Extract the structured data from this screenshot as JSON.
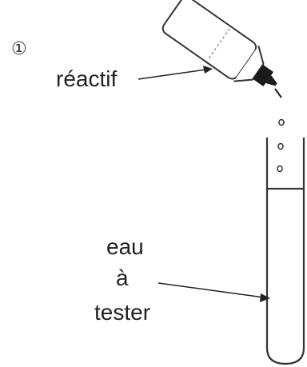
{
  "step": {
    "number": "①"
  },
  "labels": {
    "reagent": "réactif",
    "water_line1": "eau",
    "water_line2": "à",
    "water_line3": "tester"
  }
}
